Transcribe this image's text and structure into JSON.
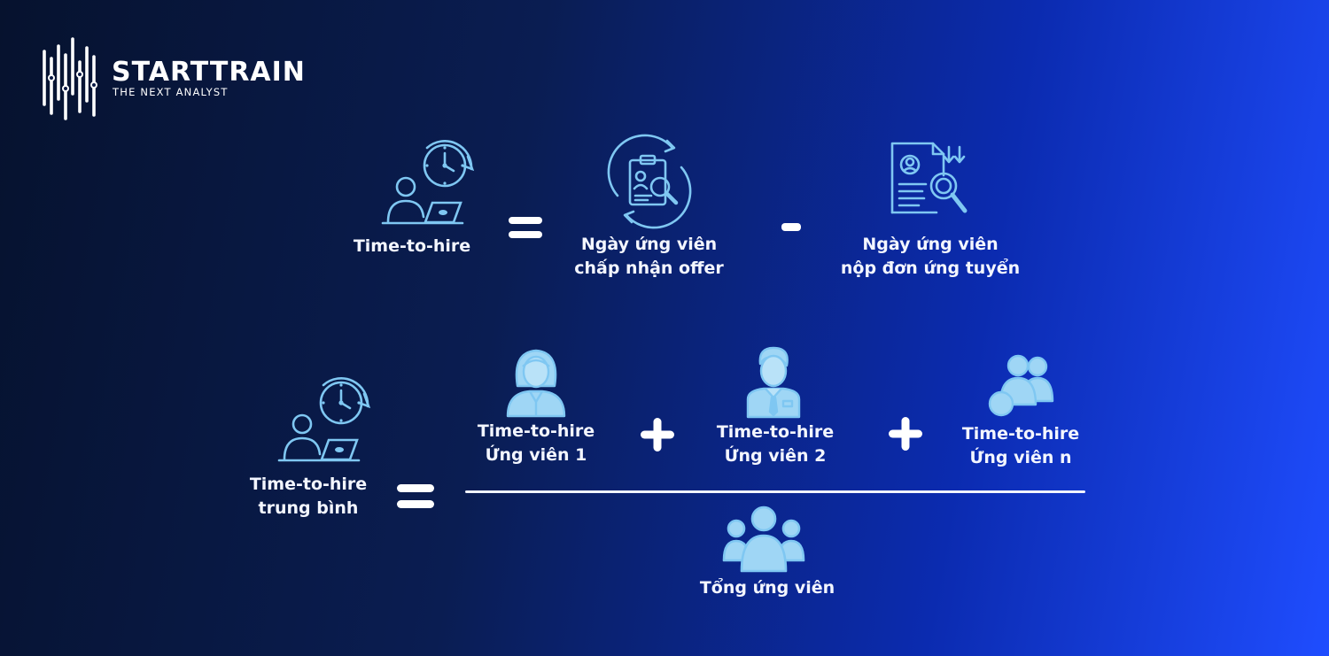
{
  "brand": {
    "name": "STARTTRAIN",
    "tagline": "THE NEXT ANALYST"
  },
  "formula_1": {
    "result_label": "Time-to-hire",
    "equals": "=",
    "minus": "-",
    "term_a_line1": "Ngày ứng viên",
    "term_a_line2": "chấp nhận offer",
    "term_b_line1": "Ngày ứng viên",
    "term_b_line2": "nộp đơn ứng tuyển"
  },
  "formula_2": {
    "result_line1": "Time-to-hire",
    "result_line2": "trung bình",
    "equals": "=",
    "plus": "+",
    "numerator": [
      {
        "line1": "Time-to-hire",
        "line2": "Ứng viên 1"
      },
      {
        "line1": "Time-to-hire",
        "line2": "Ứng viên 2"
      },
      {
        "line1": "Time-to-hire",
        "line2": "Ứng viên n"
      }
    ],
    "denominator": "Tổng ứng viên"
  },
  "colors": {
    "icon_stroke": "#7fc7f2",
    "icon_fill": "#9fd6f5",
    "text": "#f3f6ff",
    "background_left": "#06122e",
    "background_right": "#1f4dff"
  },
  "icons": {
    "logo": "starttrain-bars-logo",
    "time_to_hire": "clock-person-laptop-icon",
    "accept_offer": "clipboard-search-cycle-icon",
    "apply": "document-search-icon",
    "candidate_1": "woman-avatar-icon",
    "candidate_2": "man-avatar-icon",
    "candidate_n": "group-icon",
    "total": "team-icon"
  }
}
